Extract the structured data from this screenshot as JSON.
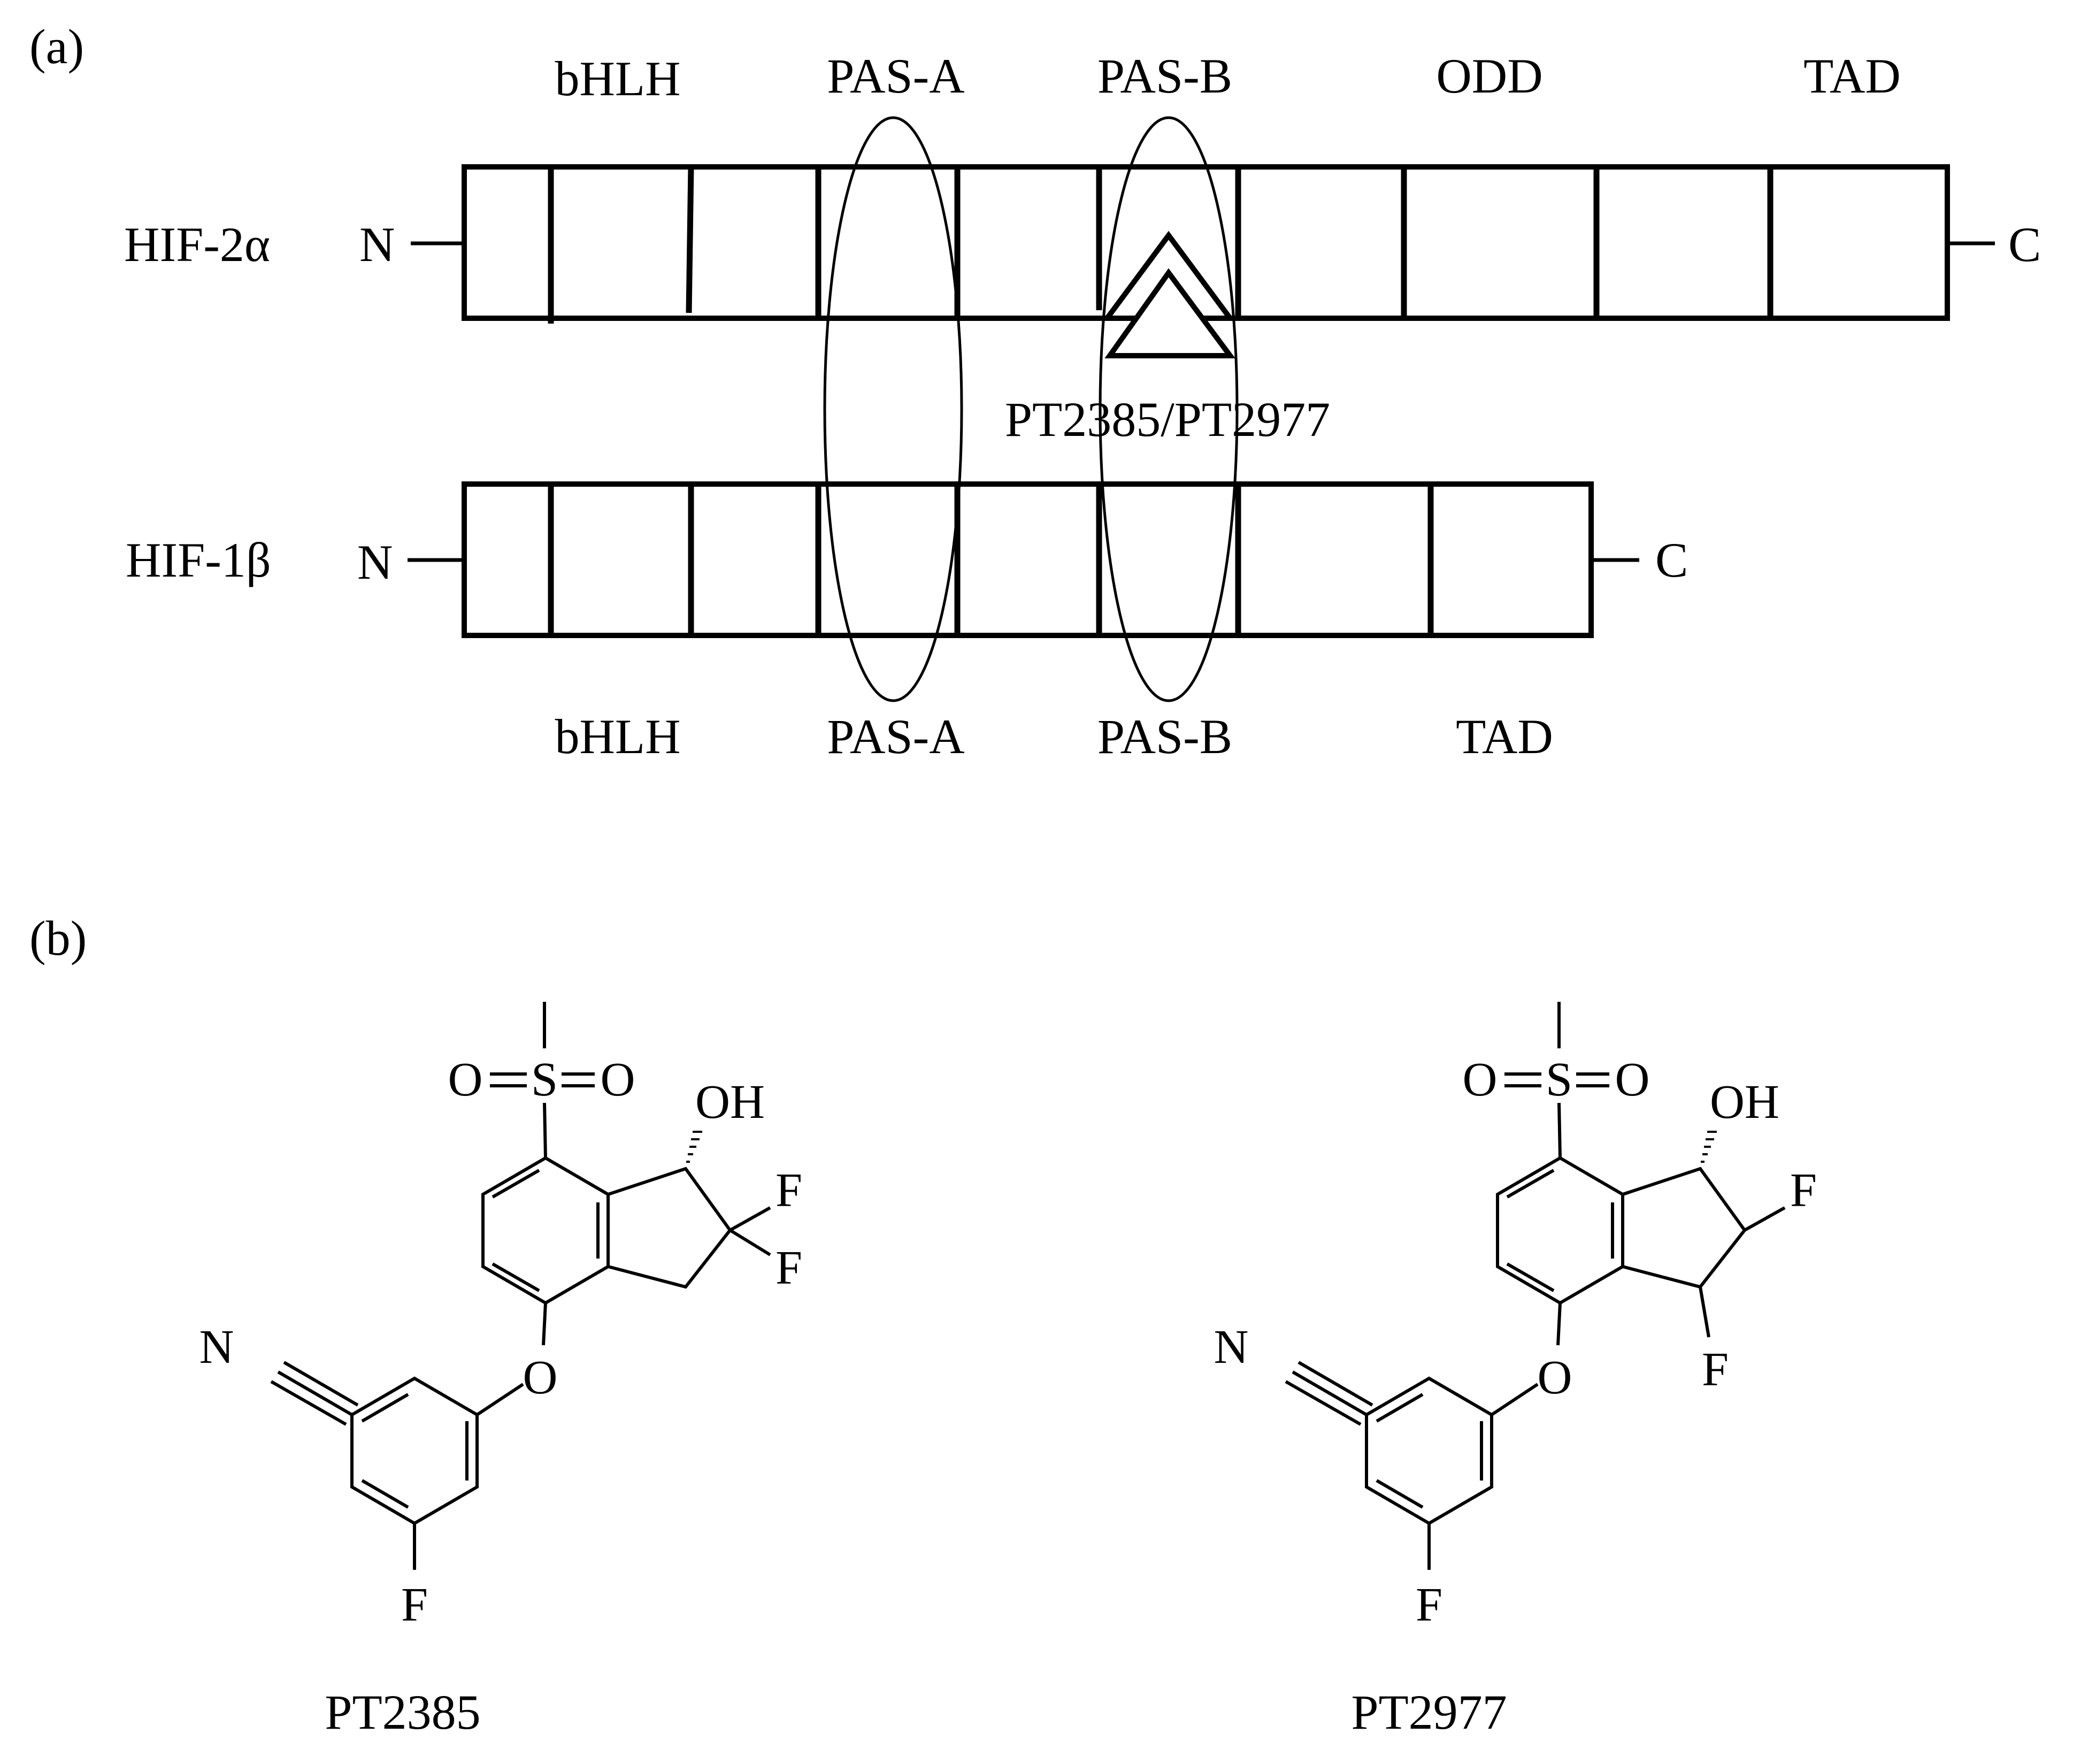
{
  "panel_a": {
    "label": "(a)",
    "hif2a": {
      "name": "HIF-2α",
      "n_term": "N",
      "c_term": "C",
      "domains": {
        "bhlh": "bHLH",
        "pas_a": "PAS-A",
        "pas_b": "PAS-B",
        "odd": "ODD",
        "tad": "TAD"
      }
    },
    "hif1b": {
      "name": "HIF-1β",
      "n_term": "N",
      "c_term": "C",
      "domains": {
        "bhlh": "bHLH",
        "pas_a": "PAS-A",
        "pas_b": "PAS-B",
        "tad": "TAD"
      }
    },
    "ligand_label": "PT2385/PT2977"
  },
  "panel_b": {
    "label": "(b)",
    "compounds": [
      {
        "name": "PT2385",
        "atoms": {
          "o_left": "O",
          "s": "S",
          "o_right": "O",
          "oh": "OH",
          "f1": "F",
          "f2": "F",
          "o_ether": "O",
          "n": "N",
          "f_aryl": "F"
        }
      },
      {
        "name": "PT2977",
        "atoms": {
          "o_left": "O",
          "s": "S",
          "o_right": "O",
          "oh": "OH",
          "f1": "F",
          "f2": "F",
          "o_ether": "O",
          "n": "N",
          "f_aryl": "F"
        }
      }
    ]
  }
}
